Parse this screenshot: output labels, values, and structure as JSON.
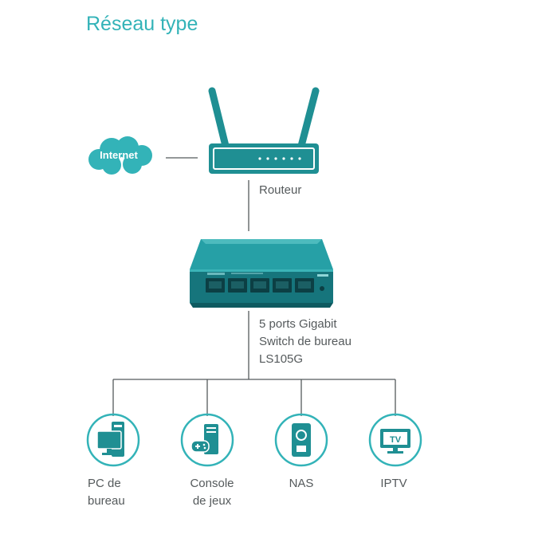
{
  "title": "Réseau type",
  "internet_label": "Internet",
  "router": {
    "label": "Routeur"
  },
  "switch": {
    "lines": [
      "5 ports Gigabit",
      "Switch de bureau",
      "LS105G"
    ]
  },
  "devices": [
    {
      "icon": "desktop-pc-icon",
      "lines": [
        "PC de",
        "bureau"
      ]
    },
    {
      "icon": "game-console-icon",
      "lines": [
        "Console",
        "de jeux"
      ]
    },
    {
      "icon": "nas-icon",
      "lines": [
        "NAS",
        ""
      ]
    },
    {
      "icon": "tv-icon",
      "lines": [
        "IPTV",
        ""
      ]
    }
  ],
  "colors": {
    "accent": "#33b3b8",
    "router": "#1f8f93",
    "switch": "#16757c",
    "line": "#555a5c"
  }
}
